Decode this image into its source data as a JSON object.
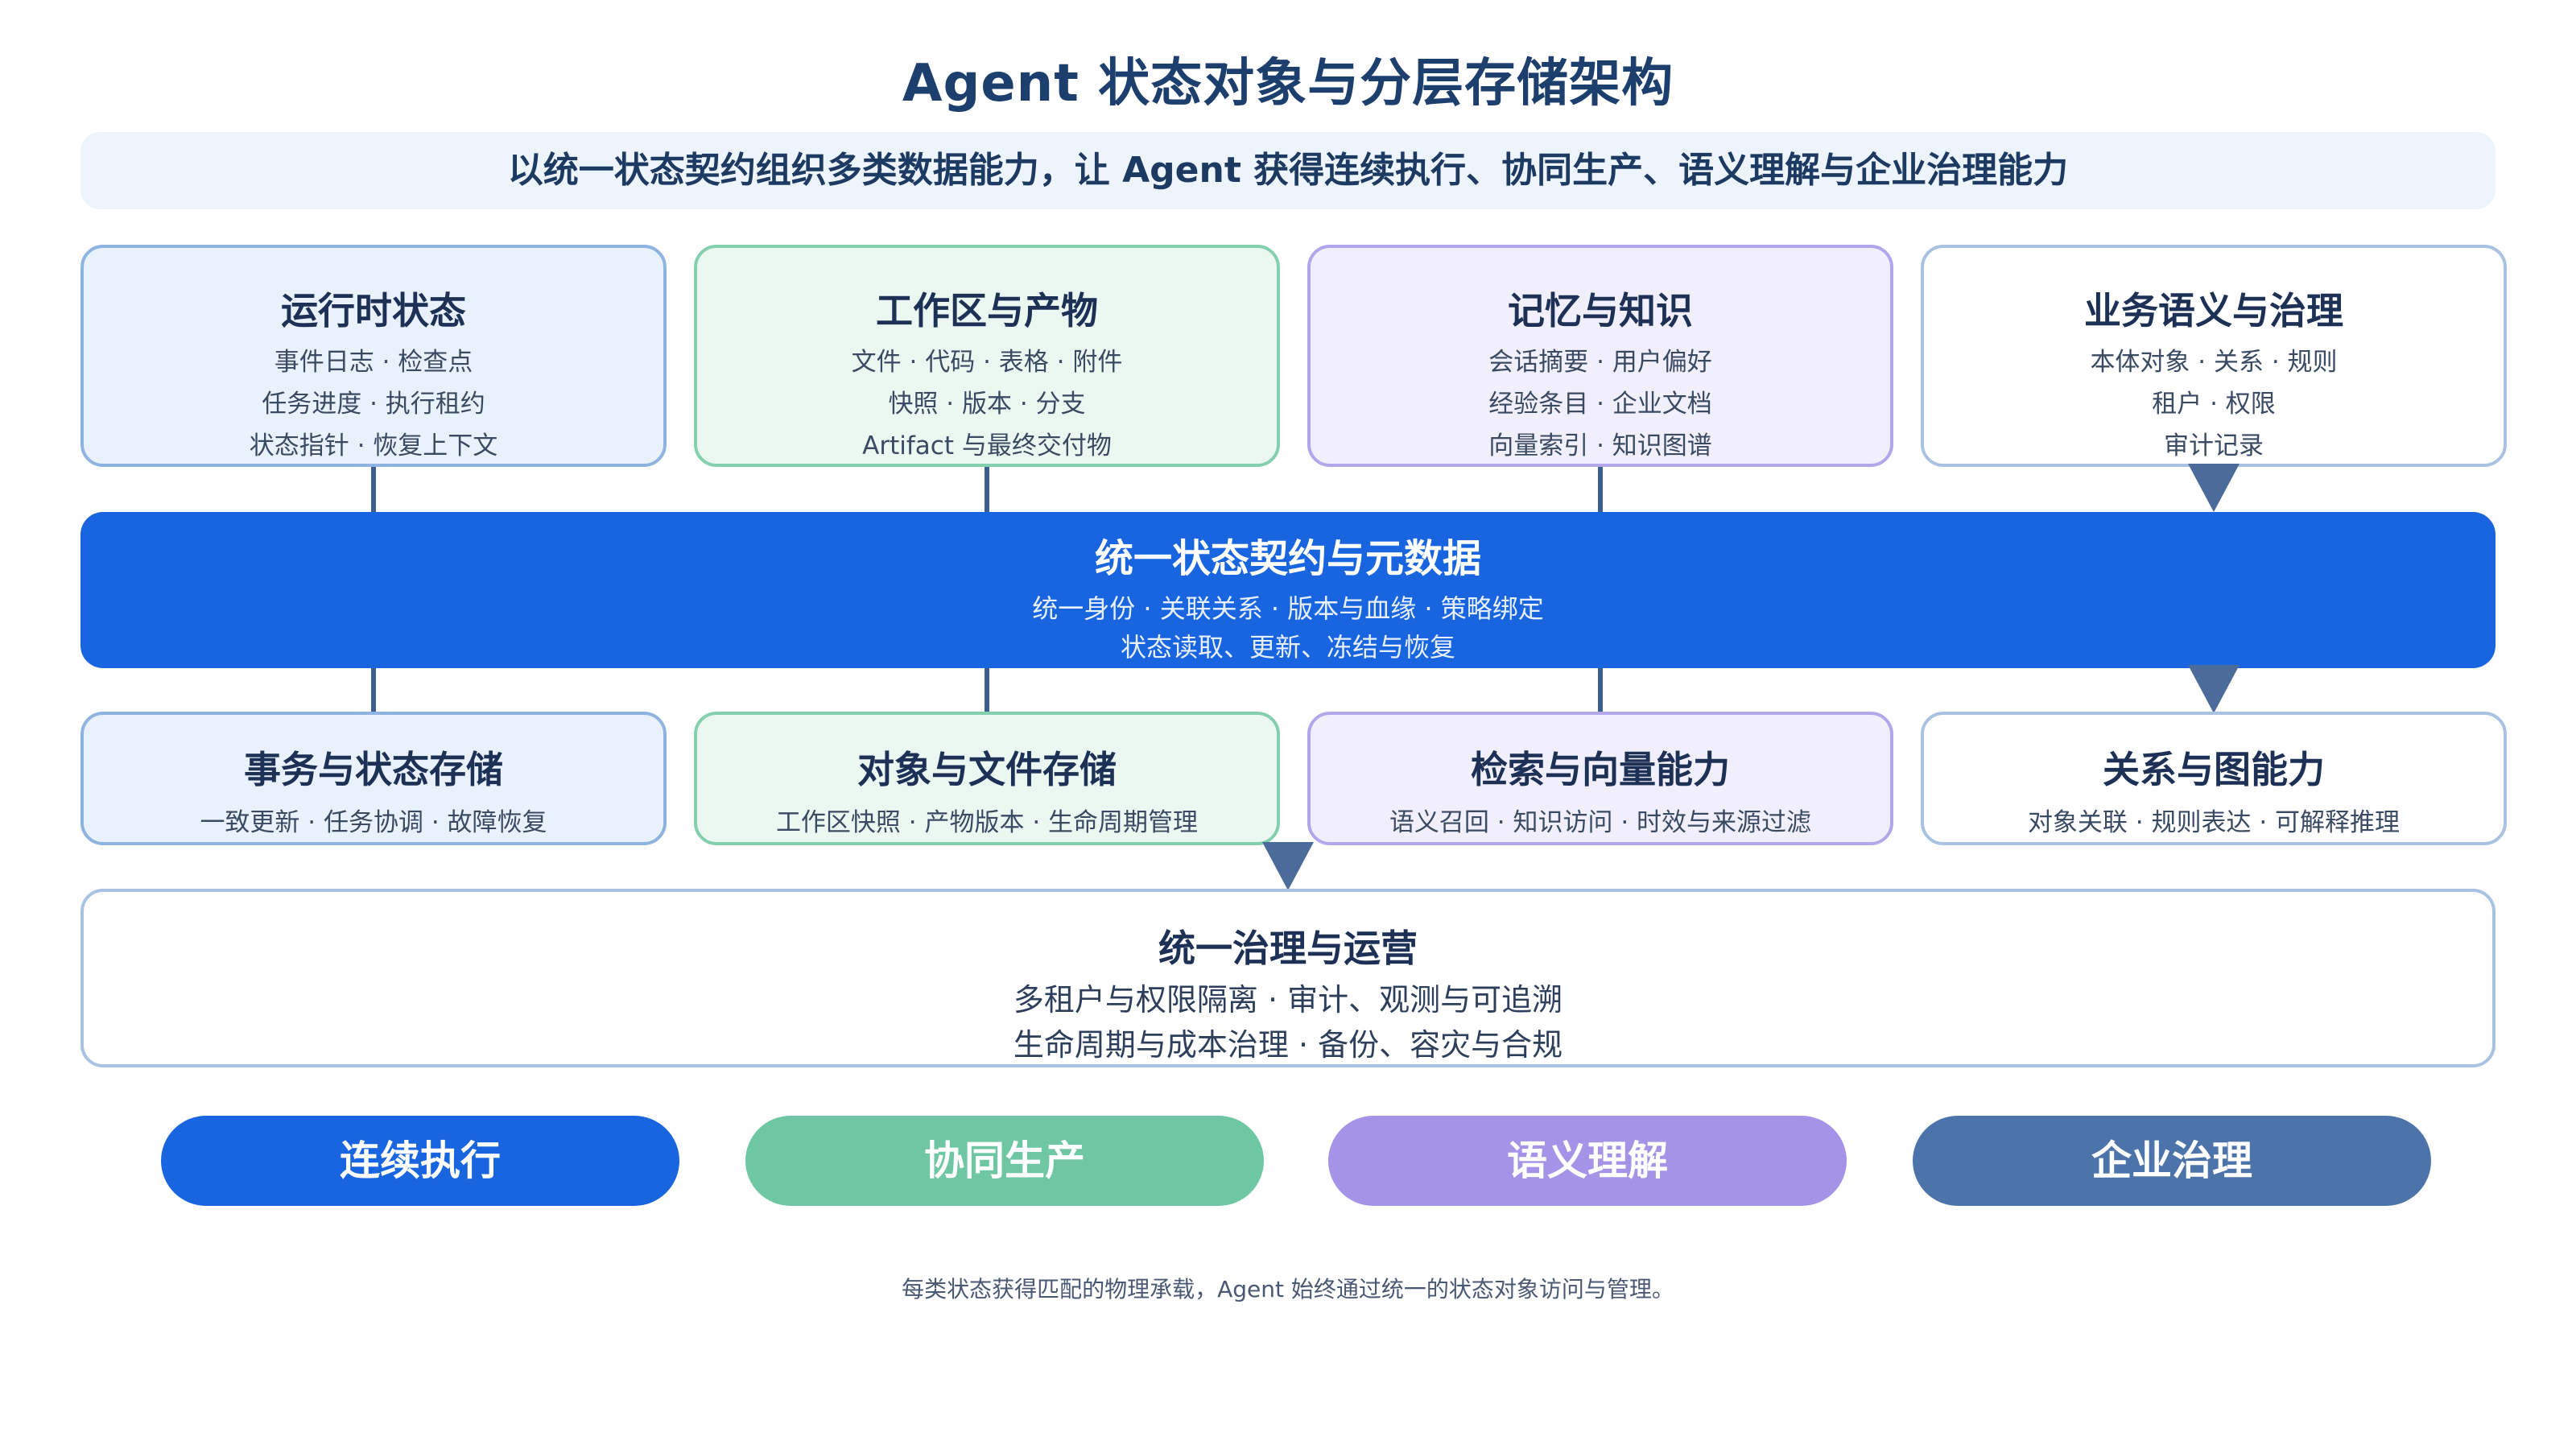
{
  "title": "Agent 状态对象与分层存储架构",
  "subtitle": "以统一状态契约组织多类数据能力，让 Agent 获得连续执行、协同生产、语义理解与企业治理能力",
  "top_cards": [
    {
      "title": "运行时状态",
      "lines": [
        "事件日志 · 检查点",
        "任务进度 · 执行租约",
        "状态指针 · 恢复上下文"
      ]
    },
    {
      "title": "工作区与产物",
      "lines": [
        "文件 · 代码 · 表格 · 附件",
        "快照 · 版本 · 分支",
        "Artifact 与最终交付物"
      ]
    },
    {
      "title": "记忆与知识",
      "lines": [
        "会话摘要 · 用户偏好",
        "经验条目 · 企业文档",
        "向量索引 · 知识图谱"
      ]
    },
    {
      "title": "业务语义与治理",
      "lines": [
        "本体对象 · 关系 · 规则",
        "租户 · 权限",
        "审计记录"
      ]
    }
  ],
  "contract": {
    "title": "统一状态契约与元数据",
    "lines": [
      "统一身份 · 关联关系 · 版本与血缘 · 策略绑定",
      "状态读取、更新、冻结与恢复"
    ]
  },
  "storage_cards": [
    {
      "title": "事务与状态存储",
      "line": "一致更新 · 任务协调 · 故障恢复"
    },
    {
      "title": "对象与文件存储",
      "line": "工作区快照 · 产物版本 · 生命周期管理"
    },
    {
      "title": "检索与向量能力",
      "line": "语义召回 · 知识访问 · 时效与来源过滤"
    },
    {
      "title": "关系与图能力",
      "line": "对象关联 · 规则表达 · 可解释推理"
    }
  ],
  "governance": {
    "title": "统一治理与运营",
    "lines": [
      "多租户与权限隔离 · 审计、观测与可追溯",
      "生命周期与成本治理 · 备份、容灾与合规"
    ]
  },
  "outcomes": [
    {
      "label": "连续执行",
      "color": "#1865df"
    },
    {
      "label": "协同生产",
      "color": "#6fc6a3"
    },
    {
      "label": "语义理解",
      "color": "#a493e6"
    },
    {
      "label": "企业治理",
      "color": "#4d74aa"
    }
  ],
  "footer": "每类状态获得匹配的物理承载，Agent 始终通过统一的状态对象访问与管理。"
}
